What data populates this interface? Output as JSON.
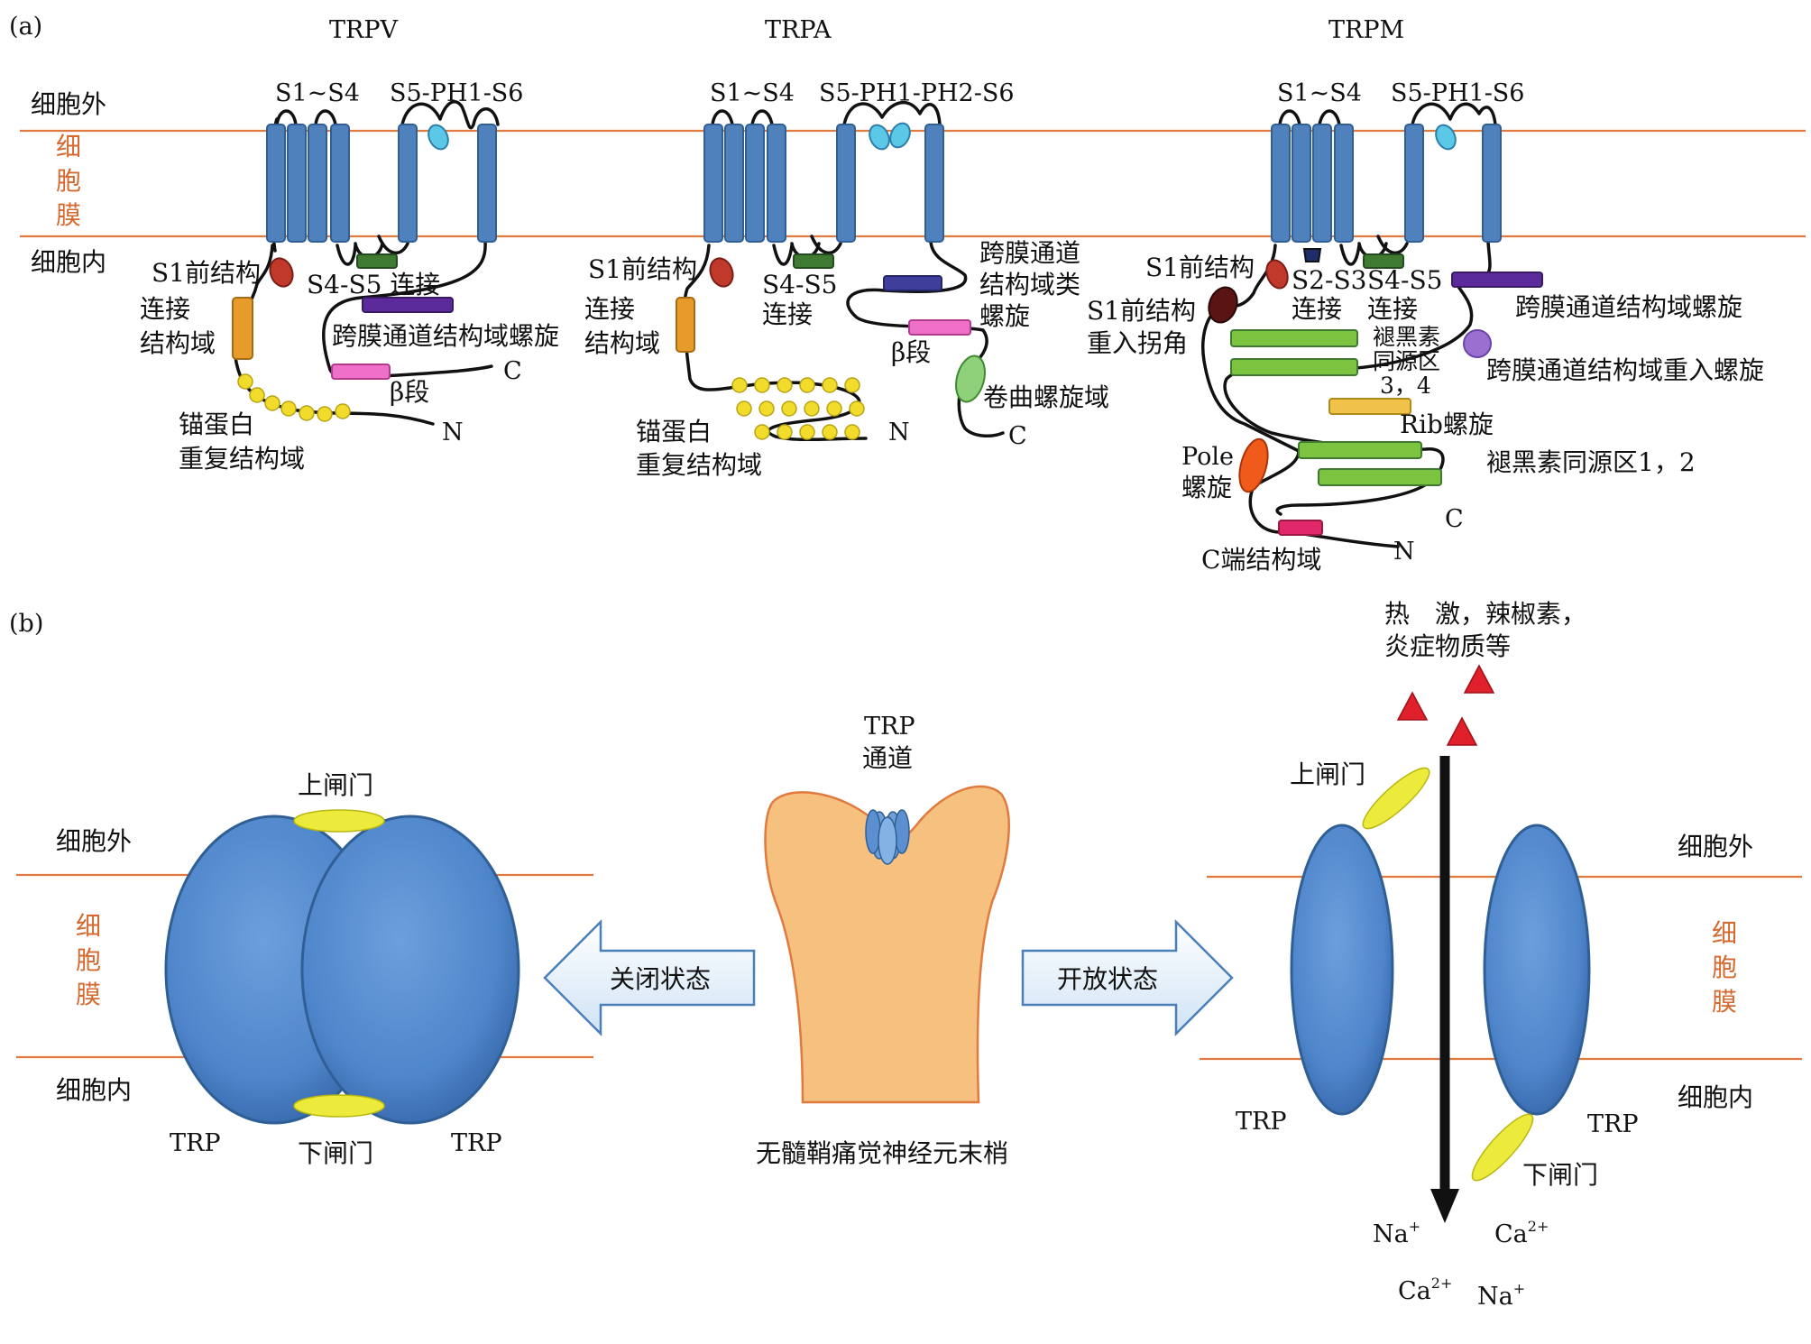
{
  "panel_a": {
    "label": "(a)",
    "outside": "细胞外",
    "membrane": [
      "细",
      "胞",
      "膜"
    ],
    "inside": "细胞内",
    "trpv": {
      "title": "TRPV",
      "s1s4": "S1~S4",
      "s5s6": "S5-PH1-S6",
      "pre_s1": "S1前结构",
      "s4s5": "S4-S5 连接",
      "linker_l1": "连接",
      "linker_l2": "结构域",
      "tm_helix": "跨膜通道结构域螺旋",
      "ankyrin_l1": "锚蛋白",
      "ankyrin_l2": "重复结构域",
      "beta": "β段",
      "c": "C",
      "n": "N"
    },
    "trpa": {
      "title": "TRPA",
      "s1s4": "S1~S4",
      "s5s6": "S5-PH1-PH2-S6",
      "pre_s1": "S1前结构",
      "s4s5_l1": "S4-S5",
      "s4s5_l2": "连接",
      "linker_l1": "连接",
      "linker_l2": "结构域",
      "tm_like_l1": "跨膜通道",
      "tm_like_l2": "结构域类",
      "tm_like_l3": "螺旋",
      "beta": "β段",
      "coiled": "卷曲螺旋域",
      "ankyrin_l1": "锚蛋白",
      "ankyrin_l2": "重复结构域",
      "c": "C",
      "n": "N"
    },
    "trpm": {
      "title": "TRPM",
      "s1s4": "S1~S4",
      "s5s6": "S5-PH1-S6",
      "pre_s1": "S1前结构",
      "s2s3_l1": "S2-S3",
      "s2s3_l2": "连接",
      "s4s5_l1": "S4-S5",
      "s4s5_l2": "连接",
      "tm_helix": "跨膜通道结构域螺旋",
      "pre_s1_elbow_l1": "S1前结构",
      "pre_s1_elbow_l2": "重入拐角",
      "mhr34_l1": "褪黑素",
      "mhr34_l2": "同源区",
      "mhr34_l3": "3，4",
      "reentrant": "跨膜通道结构域重入螺旋",
      "rib": "Rib螺旋",
      "pole_l1": "Pole",
      "pole_l2": "螺旋",
      "mhr12": "褪黑素同源区1，2",
      "cterm": "C端结构域",
      "c": "C",
      "n": "N"
    }
  },
  "panel_b": {
    "label": "(b)",
    "left": {
      "outside": "细胞外",
      "membrane": [
        "细",
        "胞",
        "膜"
      ],
      "inside": "细胞内",
      "upper_gate": "上闸门",
      "lower_gate": "下闸门",
      "trp_left": "TRP",
      "trp_right": "TRP"
    },
    "closed": "关闭状态",
    "open": "开放状态",
    "center": {
      "trp_l1": "TRP",
      "trp_l2": "通道",
      "neuron": "无髓鞘痛觉神经元末梢"
    },
    "right": {
      "stimuli_l1": "热　激，辣椒素，",
      "stimuli_l2": "炎症物质等",
      "upper_gate": "上闸门",
      "lower_gate": "下闸门",
      "outside": "细胞外",
      "membrane": [
        "细",
        "胞",
        "膜"
      ],
      "inside": "细胞内",
      "trp_left": "TRP",
      "trp_right": "TRP",
      "ions": {
        "na1": "Na",
        "na1_sup": "+",
        "ca1": "Ca",
        "ca1_sup": "2+",
        "ca2": "Ca",
        "ca2_sup": "2+",
        "na2": "Na",
        "na2_sup": "+"
      }
    }
  },
  "colors": {
    "helix": "#4f81bd",
    "membrane_line": "#e07a3f",
    "membrane_text": "#d46a30",
    "red": "#c0392b",
    "orange_bar": "#e69b2a",
    "green": "#3f7a33",
    "purple": "#5b2b9b",
    "pink": "#f06fc8",
    "yellow": "#f2dc2b",
    "lime": "#7cc440",
    "neuron": "#f6c17f",
    "gate": "#ecea3a",
    "stimulus": "#e0202a"
  }
}
